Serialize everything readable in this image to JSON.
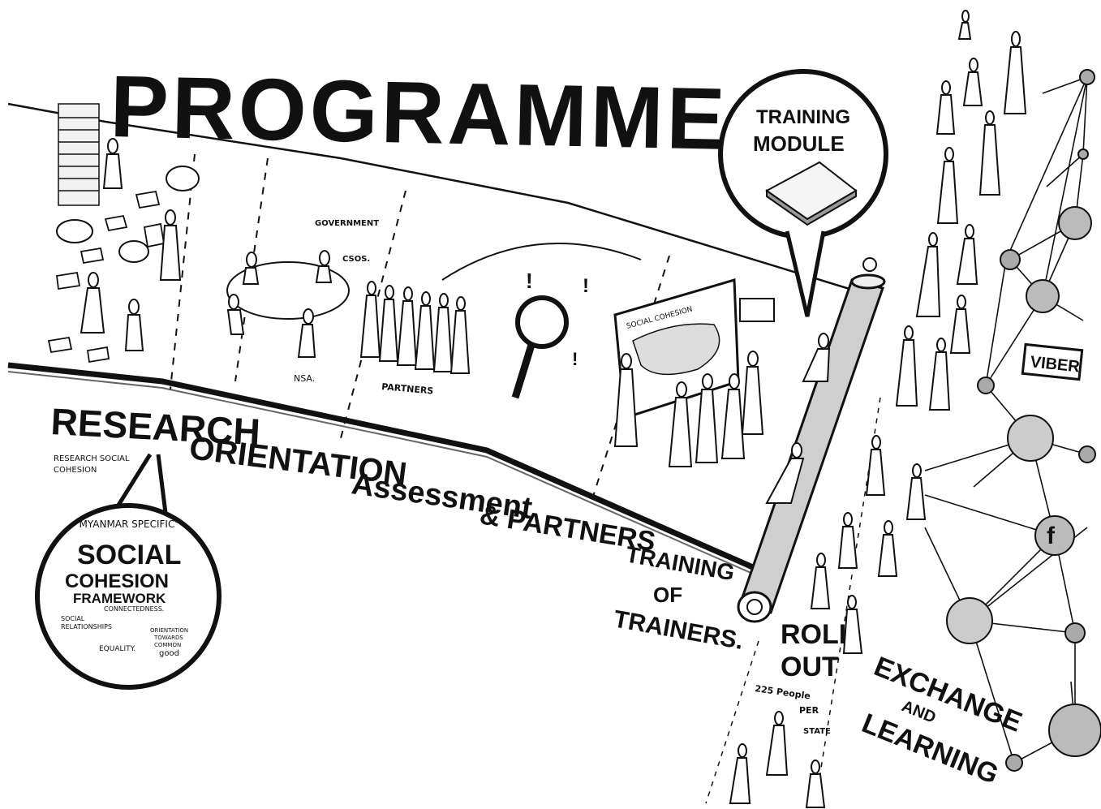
{
  "title": "PROGRAMME",
  "stages": [
    {
      "label": "RESEARCH"
    },
    {
      "label": "ORIENTATION"
    },
    {
      "label": "Assessment"
    },
    {
      "label": "& PARTNERS"
    },
    {
      "label": "TRAINING"
    },
    {
      "label": "OF"
    },
    {
      "label": "TRAINERS."
    }
  ],
  "research_note": {
    "line1": "RESEARCH SOCIAL",
    "line2": "COHESION"
  },
  "framework": {
    "tag": "\"MYANMAR SPECIFIC\"",
    "title_line1": "SOCIAL",
    "title_line2": "COHESION",
    "title_line3": "FRAMEWORK",
    "items": [
      "CONNECTEDNESS.",
      "SOCIAL",
      "RELATIONSHIPS",
      "ORIENTATION",
      "TOWARDS",
      "COMMON",
      "good",
      "EQUALITY."
    ]
  },
  "orientation_labels": {
    "government": "GOVERNMENT",
    "csos": "CSOS.",
    "nsa": "NSA."
  },
  "partners_label": "PARTNERS",
  "board_text": "SOCIAL COHESION",
  "training_module": {
    "line1": "TRAINING",
    "line2": "MODULE"
  },
  "rollout": {
    "line1": "ROLL",
    "line2": "OUT",
    "detail1": "225 People",
    "detail2": "PER",
    "detail3": "STATE"
  },
  "exchange": {
    "line1": "EXCHANGE",
    "line2": "AND",
    "line3": "LEARNING"
  },
  "network_labels": {
    "viber": "VIBER",
    "facebook": "f"
  }
}
